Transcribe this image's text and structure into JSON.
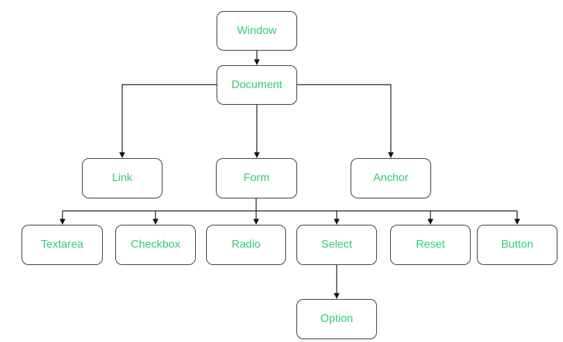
{
  "colors": {
    "label_text": "#2ecc71",
    "node_border": "#333333",
    "connector": "#111111"
  },
  "nodes": {
    "window": "Window",
    "document": "Document",
    "link": "Link",
    "form": "Form",
    "anchor": "Anchor",
    "textarea": "Textarea",
    "checkbox": "Checkbox",
    "radio": "Radio",
    "select": "Select",
    "reset": "Reset",
    "button": "Button",
    "option": "Option"
  },
  "edges": [
    {
      "from": "window",
      "to": "document"
    },
    {
      "from": "document",
      "to": "link"
    },
    {
      "from": "document",
      "to": "form"
    },
    {
      "from": "document",
      "to": "anchor"
    },
    {
      "from": "form",
      "to": "textarea"
    },
    {
      "from": "form",
      "to": "checkbox"
    },
    {
      "from": "form",
      "to": "radio"
    },
    {
      "from": "form",
      "to": "select"
    },
    {
      "from": "form",
      "to": "reset"
    },
    {
      "from": "form",
      "to": "button"
    },
    {
      "from": "select",
      "to": "option"
    }
  ]
}
